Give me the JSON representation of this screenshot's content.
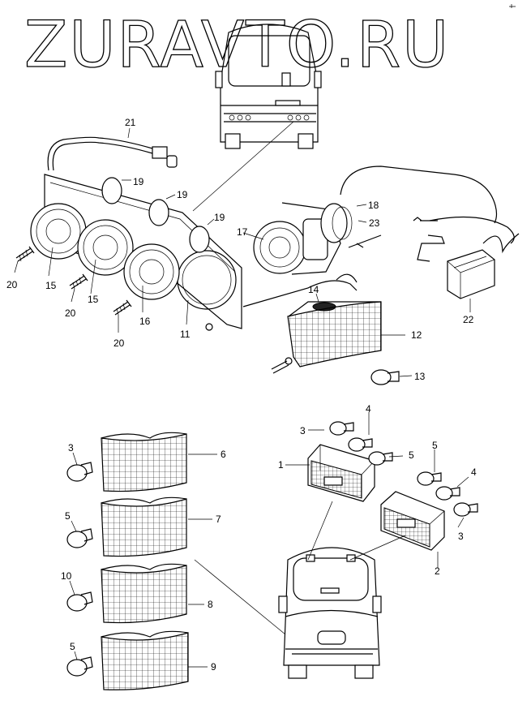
{
  "watermark": "ZURAVTO.RU",
  "labels": {
    "p1": "1",
    "p2": "2",
    "p3a": "3",
    "p3b": "3",
    "p3c": "3",
    "p4a": "4",
    "p4b": "4",
    "p5a": "5",
    "p5b": "5",
    "p5c": "5",
    "p5d": "5",
    "p6": "6",
    "p7": "7",
    "p8": "8",
    "p9": "9",
    "p10": "10",
    "p11": "11",
    "p12": "12",
    "p13": "13",
    "p14": "14",
    "p15a": "15",
    "p15b": "15",
    "p16": "16",
    "p17": "17",
    "p18": "18",
    "p19a": "19",
    "p19b": "19",
    "p19c": "19",
    "p20a": "20",
    "p20b": "20",
    "p20c": "20",
    "p21": "21",
    "p22": "22",
    "p23": "23"
  }
}
